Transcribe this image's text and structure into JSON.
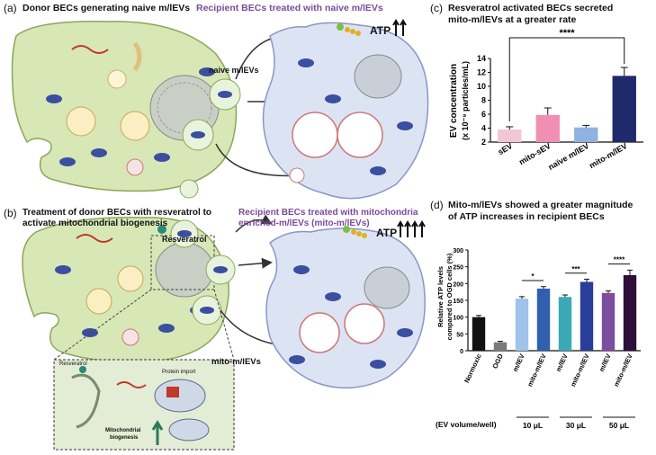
{
  "panel_a": {
    "label": "(a)",
    "title_left": "Donor BECs generating naive m/lEVs",
    "title_right": "Recipient BECs treated with naive m/lEVs",
    "ev_label": "naive m/lEVs",
    "atp_label": "ATP",
    "atp_arrow_count": 2
  },
  "panel_b": {
    "label": "(b)",
    "title_left_line1": "Treatment of donor BECs with resveratrol to",
    "title_left_line2": "activate mitochondrial biogenesis",
    "title_right_line1": "Recipient BECs treated with mitochondria",
    "title_right_line2": "enriched-m/lEVs (mito-m/lEVs)",
    "resveratrol_label": "Resveratrol",
    "ev_label": "mito-m/lEVs",
    "atp_label": "ATP",
    "atp_arrow_count": 4,
    "inset_labels": {
      "resveratrol": "Resveratrol",
      "protein_import": "Protein import",
      "mito_biogenesis_line1": "Mitochondrial",
      "mito_biogenesis_line2": "biogenesis"
    }
  },
  "panel_c": {
    "label": "(c)",
    "title_line1": "Resveratrol activated BECs secreted",
    "title_line2": "mito-m/lEVs at a greater rate",
    "chart_data": {
      "type": "bar",
      "categories": [
        "sEV",
        "mito-sEV",
        "naïve m/lEV",
        "mito-m/lEV"
      ],
      "values": [
        3.8,
        5.9,
        4.1,
        11.5
      ],
      "errors": [
        0.4,
        1.0,
        0.3,
        1.2
      ],
      "bar_colors": [
        "#f2c6d4",
        "#ef8fb1",
        "#8fb2e0",
        "#1e2a6b"
      ],
      "ylabel_line1": "EV concentration",
      "ylabel_line2": "(x 10⁻⁹ particles/mL)",
      "ylim": [
        2,
        14
      ],
      "yticks": [
        "2",
        "4",
        "6",
        "8",
        "10",
        "12",
        "14"
      ],
      "significance": "****",
      "grid": false
    }
  },
  "panel_d": {
    "label": "(d)",
    "title_line1": "Mito-m/lEVs showed a greater magnitude",
    "title_line2": "of ATP increases in recipient BECs",
    "chart_data": {
      "type": "bar",
      "categories": [
        "Normoxic",
        "OGD",
        "m/lEV",
        "mito-m/lEV",
        "m/lEV",
        "mito-m/lEV",
        "m/lEV",
        "mito-m/lEV"
      ],
      "values": [
        100,
        25,
        155,
        185,
        160,
        205,
        172,
        225
      ],
      "errors": [
        5,
        3,
        6,
        6,
        6,
        8,
        6,
        15
      ],
      "bar_colors": [
        "#111111",
        "#7a7a7a",
        "#9fc3ea",
        "#2f5fae",
        "#3ba9b5",
        "#2b3d9a",
        "#7d4d9e",
        "#2d0f3a"
      ],
      "ylabel_line1": "Relative ATP levels",
      "ylabel_line2": "compared to OGD cells (%)",
      "ylim": [
        0,
        300
      ],
      "yticks": [
        "0",
        "50",
        "100",
        "150",
        "200",
        "250",
        "300"
      ],
      "significance": [
        "*",
        "***",
        "****"
      ],
      "x_footer": "(EV volume/well)",
      "groups": [
        "10 μL",
        "30 μL",
        "50 μL"
      ],
      "grid": false
    }
  }
}
